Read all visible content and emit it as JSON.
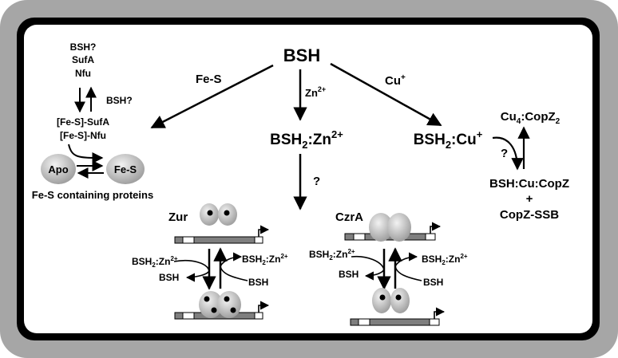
{
  "center": {
    "bsh": "BSH"
  },
  "fes_branch": {
    "edge_label": "Fe-S",
    "donors": [
      "BSH?",
      "SufA",
      "Nfu"
    ],
    "bsh_question": "BSH?",
    "clusters": [
      "[Fe-S]-SufA",
      "[Fe-S]-Nfu"
    ],
    "apo": "Apo",
    "holo": "Fe-S",
    "caption": "Fe-S containing proteins"
  },
  "zn_branch": {
    "edge_label": "Zn",
    "edge_sup": "2+",
    "complex_main": "BSH",
    "complex_sub": "2",
    "complex_tail": ":Zn",
    "complex_sup": "2+",
    "question": "?"
  },
  "cu_branch": {
    "edge_label": "Cu",
    "edge_sup": "+",
    "complex_main": "BSH",
    "complex_sub": "2",
    "complex_tail": ":Cu",
    "complex_sup": "+",
    "question": "?",
    "copz_top_a": "Cu",
    "copz_top_sub": "4",
    "copz_top_b": ":CopZ",
    "copz_top_sub2": "2",
    "copz_bottom": "BSH:Cu:CopZ",
    "plus": "+",
    "ssb": "CopZ-SSB"
  },
  "zur": {
    "name": "Zur",
    "left_top": {
      "a": "BSH",
      "sub": "2",
      "b": ":Zn",
      "sup": "2+"
    },
    "left_bottom": "BSH",
    "right_top": {
      "a": "BSH",
      "sub": "2",
      "b": ":Zn",
      "sup": "2+"
    },
    "right_bottom": "BSH"
  },
  "czra": {
    "name": "CzrA",
    "left_top": {
      "a": "BSH",
      "sub": "2",
      "b": ":Zn",
      "sup": "2+"
    },
    "left_bottom": "BSH",
    "right_top": {
      "a": "BSH",
      "sub": "2",
      "b": ":Zn",
      "sup": "2+"
    },
    "right_bottom": "BSH"
  }
}
